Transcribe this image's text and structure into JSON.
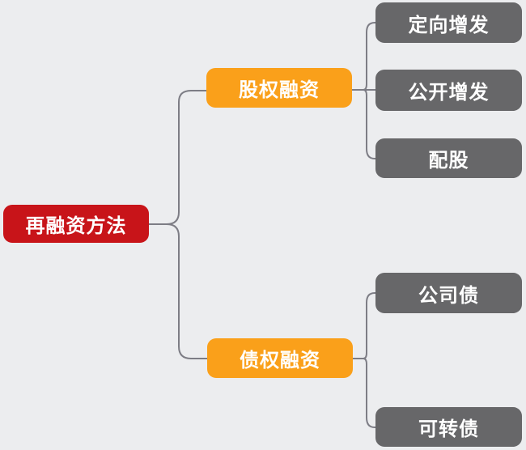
{
  "colors": {
    "background": "#ECEDEF",
    "root": "#C81419",
    "branch": "#FAA01A",
    "leaf": "#676769",
    "connector": "#7D7D85",
    "text": "#FFFFFF"
  },
  "nodes": {
    "root": {
      "label": "再融资方法"
    },
    "branches": [
      {
        "label": "股权融资",
        "children": [
          {
            "label": "定向增发"
          },
          {
            "label": "公开增发"
          },
          {
            "label": "配股"
          }
        ]
      },
      {
        "label": "债权融资",
        "children": [
          {
            "label": "公司债"
          },
          {
            "label": "可转债"
          }
        ]
      }
    ]
  }
}
